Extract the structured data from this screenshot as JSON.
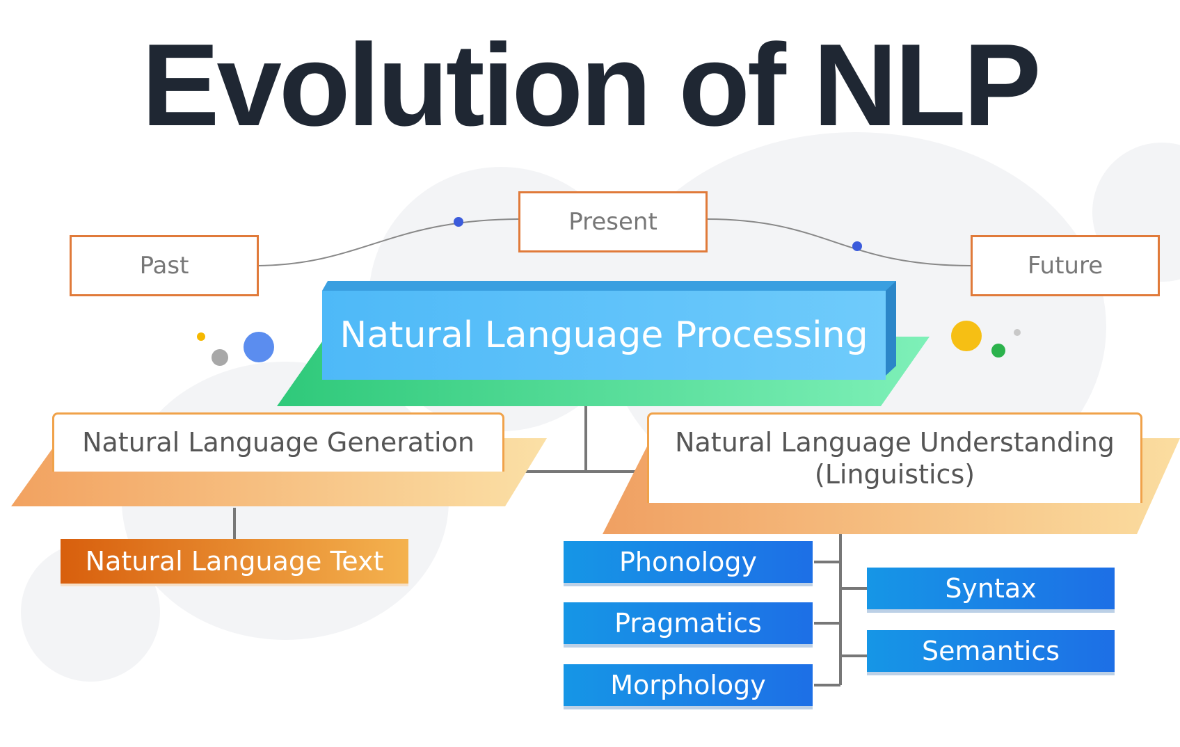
{
  "title": "Evolution of NLP",
  "timeline": {
    "past": "Past",
    "present": "Present",
    "future": "Future"
  },
  "core": {
    "label": "Natural Language Processing"
  },
  "generation": {
    "label": "Natural Language Generation",
    "output": "Natural Language Text"
  },
  "understanding": {
    "line1": "Natural Language Understanding",
    "line2": "(Linguistics)",
    "left_items": [
      "Phonology",
      "Pragmatics",
      "Morphology"
    ],
    "right_items": [
      "Syntax",
      "Semantics"
    ]
  },
  "colors": {
    "title": "#1f2733",
    "timeline_border": "#e07a3a",
    "core_blue": "#5cc2fb",
    "core_green": "#3ed98e",
    "ribbon_orange": "#f2a867",
    "output_orange": "#e8761e",
    "item_blue": "#1a86e6",
    "connector": "#777777",
    "dot_blue": "#3b5bdb"
  }
}
